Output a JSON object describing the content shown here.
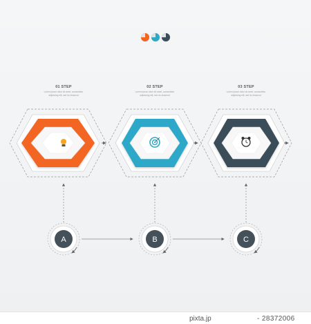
{
  "colors": {
    "orange": "#f26522",
    "blue": "#2fa8c8",
    "slate": "#3b4d59",
    "line": "#8a8a8a",
    "circle": "#44505a"
  },
  "steps": [
    {
      "title": "01 STEP",
      "text": "Lorem ipsum dolor sit amet, consectetur adipiscing elit, sed do eiusmod",
      "icon": "lightbulb-icon",
      "color": "#f26522",
      "letter": "A"
    },
    {
      "title": "02 STEP",
      "text": "Lorem ipsum dolor sit amet, consectetur adipiscing elit, sed do eiusmod",
      "icon": "target-icon",
      "color": "#2fa8c8",
      "letter": "B"
    },
    {
      "title": "03 STEP",
      "text": "Lorem ipsum dolor sit amet, consectetur adipiscing elit, sed do eiusmod",
      "icon": "alarm-clock-icon",
      "color": "#3b4d59",
      "letter": "C"
    }
  ],
  "legend_dots": [
    "#f26522",
    "#2fa8c8",
    "#3b4d59"
  ],
  "footer": {
    "site": "pixta.jp",
    "image_id": "- 28372006"
  }
}
